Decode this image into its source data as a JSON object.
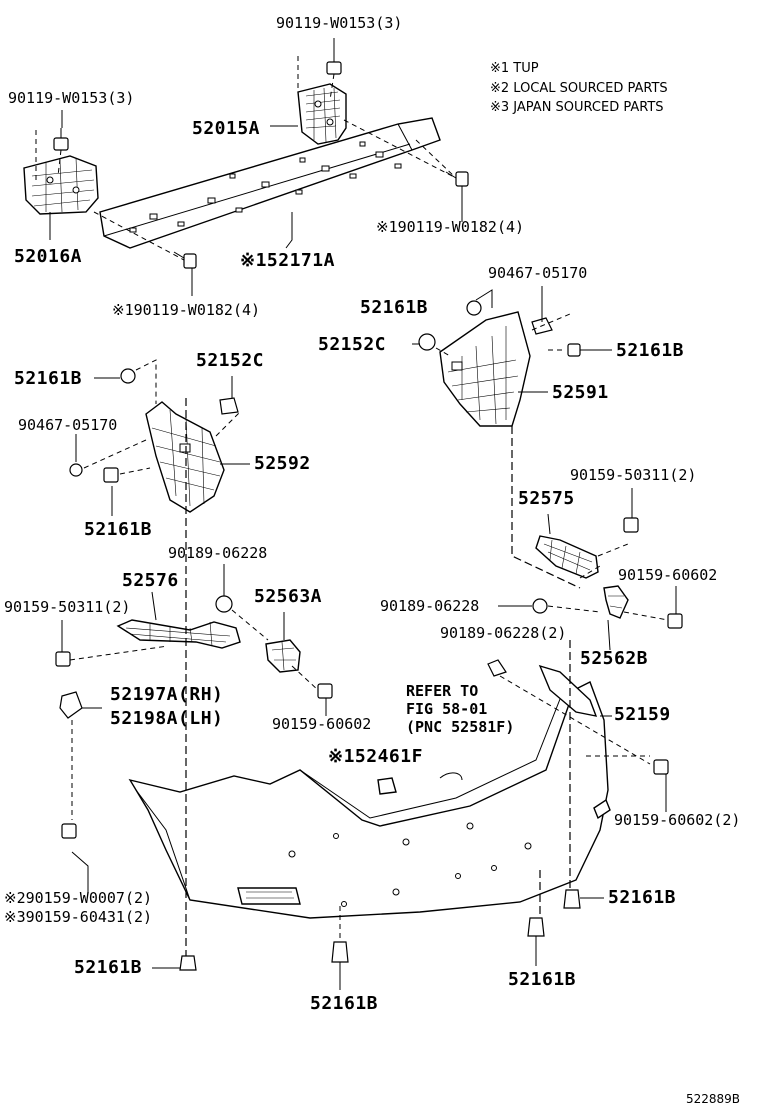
{
  "notes": {
    "tup": "※1 TUP",
    "local": "※2 LOCAL SOURCED PARTS",
    "japan": "※3 JAPAN SOURCED PARTS"
  },
  "labels": {
    "bolt_top": "90119-W0153(3)",
    "bolt_left": "90119-W0153(3)",
    "p52015A": "52015A",
    "p52016A": "52016A",
    "p52171A": "※152171A",
    "bolt_right_w0182": "※190119-W0182(4)",
    "bolt_left_w0182": "※190119-W0182(4)",
    "clip_90467_r": "90467-05170",
    "p52161B_r1": "52161B",
    "p52152C_r": "52152C",
    "p52161B_r2": "52161B",
    "p52591": "52591",
    "p52161B_l1": "52161B",
    "p52152C_l": "52152C",
    "clip_90467_l": "90467-05170",
    "p52592": "52592",
    "p52161B_l2": "52161B",
    "screw_50311_r": "90159-50311(2)",
    "p52575": "52575",
    "nut_06228_top": "90189-06228",
    "p52576": "52576",
    "p52563A": "52563A",
    "screw_50311_l": "90159-50311(2)",
    "screw_60602_r": "90159-60602",
    "nut_06228_mid": "90189-06228",
    "nut_06228_2": "90189-06228(2)",
    "p52562B": "52562B",
    "p52197A": "52197A(RH)",
    "p52198A": "52198A(LH)",
    "refer1": "REFER TO",
    "refer2": "FIG 58-01",
    "refer3": "(PNC 52581F)",
    "p52159": "52159",
    "screw_60602_m": "90159-60602",
    "p52461F": "※152461F",
    "screw_60602_2": "90159-60602(2)",
    "screw_w0007": "※290159-W0007(2)",
    "screw_60431": "※390159-60431(2)",
    "p52161B_b1": "52161B",
    "p52161B_b2": "52161B",
    "p52161B_b3": "52161B",
    "p52161B_b4": "52161B"
  },
  "footer": {
    "code": "522889B"
  }
}
